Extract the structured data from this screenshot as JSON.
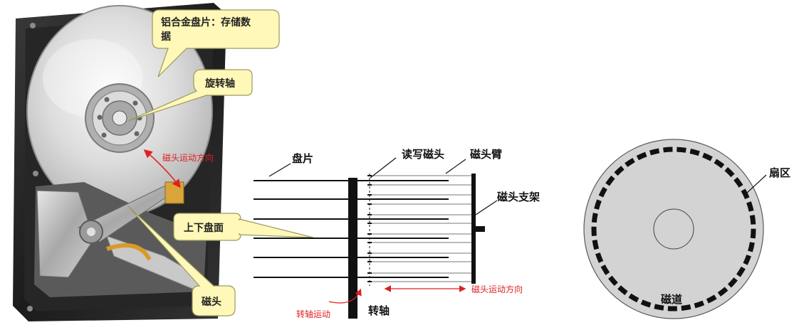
{
  "photo": {
    "callouts": {
      "platter": {
        "line1": "铝合金盘片：存储数",
        "line2": "据"
      },
      "spindle": "旋转轴",
      "surfaces": "上下盘面",
      "head": "磁头"
    },
    "head_direction": "磁头运动方向"
  },
  "side_view": {
    "platter": "盘片",
    "rw_head": "读写磁头",
    "arm": "磁头臂",
    "carriage": "磁头支架",
    "spindle": "转轴",
    "spindle_motion": "转轴运动",
    "head_direction": "磁头运动方向"
  },
  "top_view": {
    "sector": "扇区",
    "track": "磁道"
  },
  "colors": {
    "callout_fill": "#fff8b8",
    "callout_stroke": "#9a9a60",
    "accent_red": "#e02020",
    "disk_gray": "#d3d3d3"
  }
}
